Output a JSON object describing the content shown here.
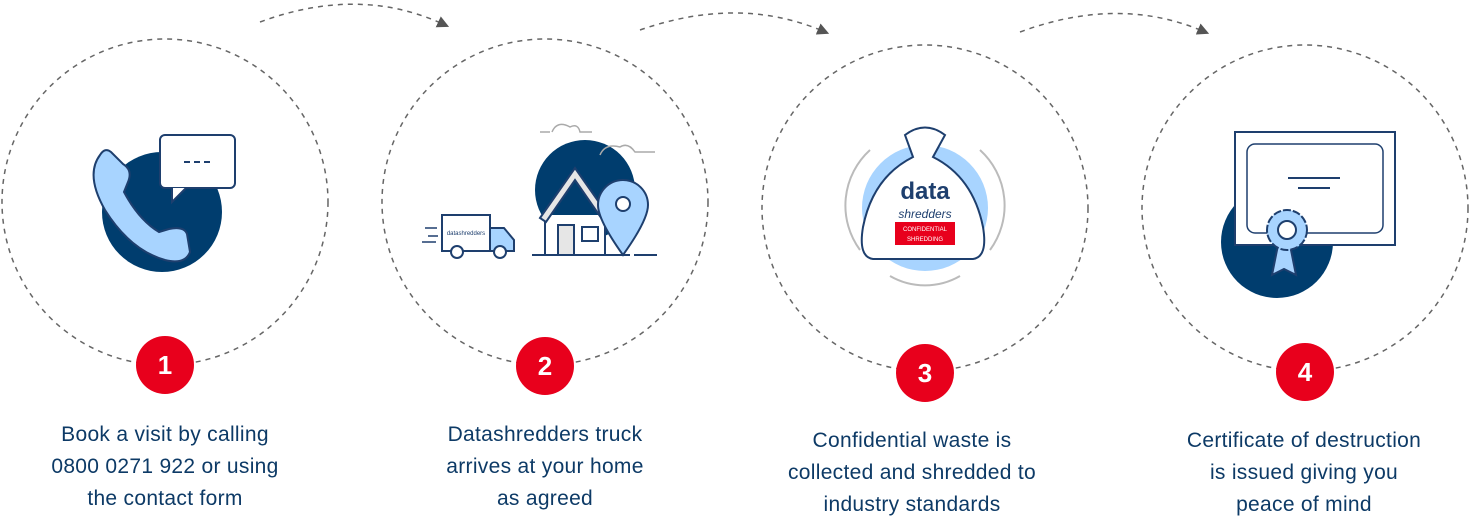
{
  "colors": {
    "navy": "#003d6e",
    "light_blue": "#a8d4ff",
    "red": "#e8001c",
    "text": "#0d3a66"
  },
  "steps": [
    {
      "number": "1",
      "icon": "phone-chat-icon",
      "lines": [
        "Book a visit by calling",
        "0800 0271 922 or using",
        "the contact form"
      ]
    },
    {
      "number": "2",
      "icon": "truck-house-icon",
      "lines": [
        "Datashredders truck",
        "arrives at your home",
        "as agreed"
      ]
    },
    {
      "number": "3",
      "icon": "shred-bag-icon",
      "lines": [
        "Confidential waste is",
        "collected and shredded to",
        "industry standards"
      ]
    },
    {
      "number": "4",
      "icon": "certificate-icon",
      "lines": [
        "Certificate of destruction",
        "is issued giving you",
        "peace of mind"
      ]
    }
  ],
  "bag_logo": {
    "line1": "data",
    "line2": "shredders",
    "line3": "CONFIDENTIAL",
    "line4": "SHREDDING"
  },
  "truck_logo": "datashredders"
}
